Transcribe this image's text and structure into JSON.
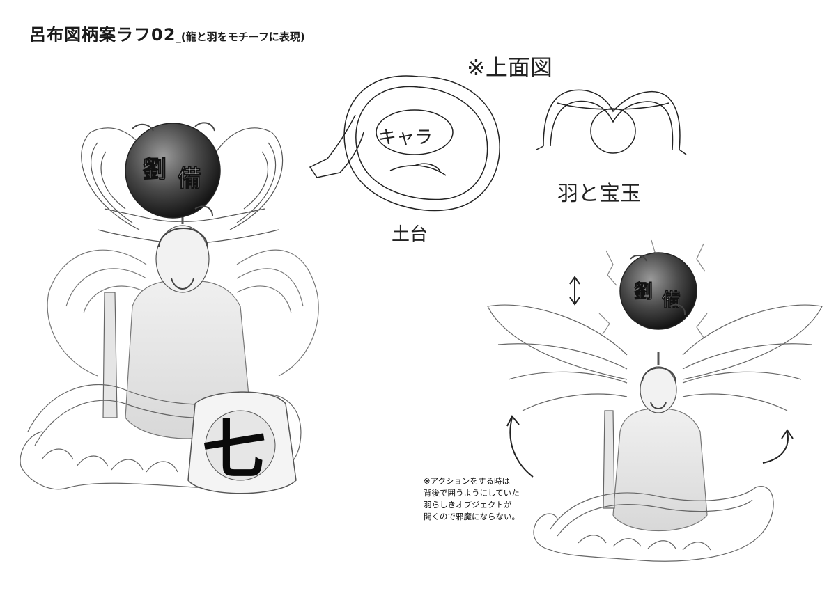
{
  "title": {
    "main": "呂布図柄案ラフ02",
    "subtitle": "_(龍と羽をモチーフに表現)"
  },
  "top_view": {
    "heading": "※上面図",
    "coil_label": "キャラ",
    "base_label": "土台",
    "wing_label": "羽と宝玉"
  },
  "orb": {
    "char_1": "劉",
    "char_2": "備"
  },
  "emblem": {
    "char": "七"
  },
  "note": {
    "lines": [
      "※アクションをする時は",
      "背後で囲うようにしていた",
      "羽らしきオブジェクトが",
      "開くので邪魔にならない。"
    ]
  },
  "colors": {
    "paper": "#ffffff",
    "ink": "#222222",
    "orb": "#3a3a3a",
    "emblem": "#0a0a0a"
  }
}
